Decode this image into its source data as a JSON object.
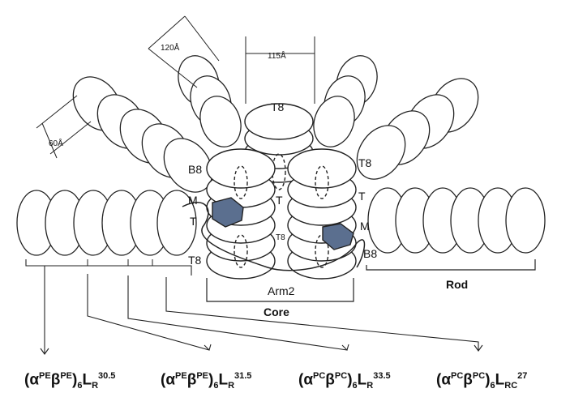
{
  "dimensions": {
    "d120": "120Å",
    "d115": "115Å",
    "d60": "60Å"
  },
  "labels": {
    "t8_top": "T8",
    "t8_right": "T8",
    "t_right": "T",
    "m_right": "M",
    "b8_right": "B8",
    "b8_left": "B8",
    "m_left": "M",
    "t_left": "T",
    "t8_left": "T8",
    "t_center": "T",
    "t8_center": "T8",
    "arm2": "Arm2",
    "core": "Core",
    "rod": "Rod"
  },
  "captions": [
    {
      "a": "(α",
      "s1": "PE",
      "b": "β",
      "s2": "PE",
      "c": ")",
      "sub1": "6",
      "d": "L",
      "sub2": "R",
      "sup": "30.5"
    },
    {
      "a": "(α",
      "s1": "PE",
      "b": "β",
      "s2": "PE",
      "c": ")",
      "sub1": "6",
      "d": "L",
      "sub2": "R",
      "sup": "31.5"
    },
    {
      "a": "(α",
      "s1": "PC",
      "b": "β",
      "s2": "PC",
      "c": ")",
      "sub1": "6",
      "d": "L",
      "sub2": "R",
      "sup": "33.5"
    },
    {
      "a": "(α",
      "s1": "PC",
      "b": "β",
      "s2": "PC",
      "c": ")",
      "sub1": "6",
      "d": "L",
      "sub2": "RC",
      "sup": "27"
    }
  ],
  "colors": {
    "line": "#222222",
    "highlight": "#5b6f8f"
  }
}
